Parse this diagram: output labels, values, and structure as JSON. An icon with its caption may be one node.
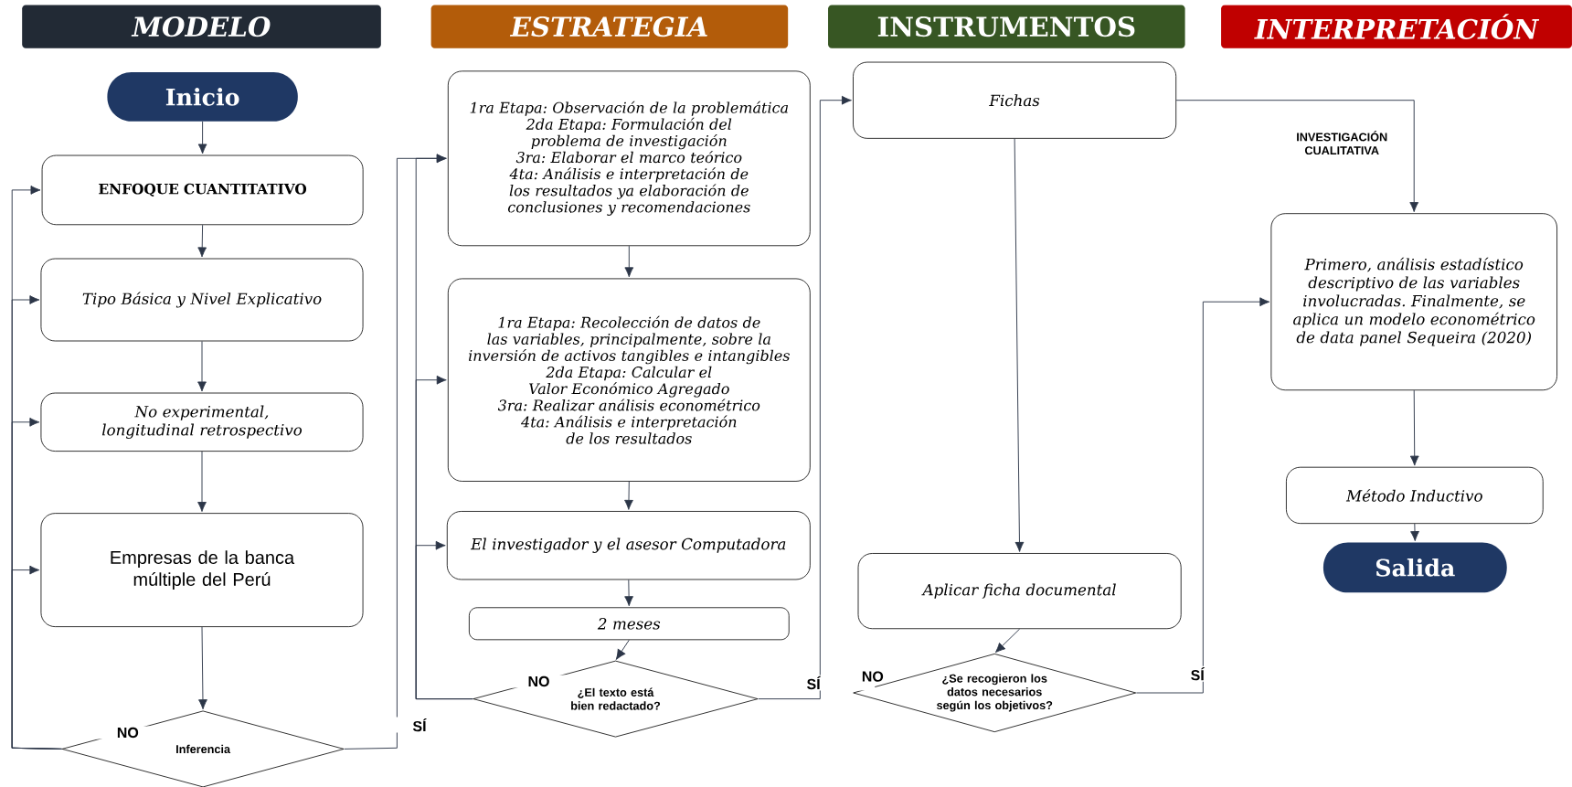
{
  "diagram": {
    "nodes": [
      {
        "text": [
          "MODELO"
        ]
      },
      {
        "text": [
          "ESTRATEGIA"
        ]
      },
      {
        "text": [
          "INSTRUMENTOS"
        ]
      },
      {
        "text": [
          "INTERPRETACIÓN"
        ]
      },
      {
        "text": [
          "Inicio"
        ]
      },
      {
        "text": [
          "ENFOQUE CUANTITATIVO"
        ]
      },
      {
        "text": [
          "Tipo Básica y Nivel Explicativo"
        ]
      },
      {
        "text": [
          "No experimental, longitudinal retrospectivo"
        ]
      },
      {
        "text": [
          "Empresas de la banca múltiple del Perú"
        ]
      },
      {
        "text": [
          "Inferencia"
        ]
      },
      {
        "text": [
          "1ra Etapa: Observación de la problemática",
          "2da Etapa: Formulación del problema de investigación",
          "3ra: Elaborar el marco teórico",
          "4ta: Análisis e interpretación de los resultados ya elaboración de conclusiones y recomendaciones"
        ]
      },
      {
        "text": [
          "1ra Etapa: Recolección de datos de las variables, principalmente, sobre la inversión de activos tangibles e intangibles",
          "2da Etapa: Calcular el Valor Económico Agregado",
          "3ra: Realizar análisis econométrico",
          "4ta: Análisis e interpretación de los resultados"
        ]
      },
      {
        "text": [
          "El investigador y el asesor Computadora"
        ]
      },
      {
        "text": [
          "2 meses"
        ]
      },
      {
        "text": [
          "¿El texto está bien redactado?"
        ]
      },
      {
        "text": [
          "Fichas"
        ]
      },
      {
        "text": [
          "Aplicar ficha documental"
        ]
      },
      {
        "text": [
          "¿Se recogieron los datos necesarios según los objetivos?"
        ]
      },
      {
        "text": [
          "Primero, análisis estadístico descriptivo de las variables involucradas. Finalmente, se aplica un modelo econométrico de data panel Sequeira (2020)"
        ]
      },
      {
        "text": [
          "Método Inductivo"
        ]
      },
      {
        "text": [
          "Salida"
        ]
      }
    ],
    "edges": [
      {
        "from": 4,
        "to": 5,
        "arrow": "to"
      },
      {
        "from": 5,
        "to": 6,
        "arrow": "to"
      },
      {
        "from": 6,
        "to": 7,
        "arrow": "to"
      },
      {
        "from": 7,
        "to": 8,
        "arrow": "to"
      },
      {
        "from": 8,
        "to": 9,
        "arrow": "to"
      },
      {
        "from": 9,
        "to": 5,
        "arrow": "to",
        "label": "NO"
      },
      {
        "from": 9,
        "to": 6,
        "arrow": "to"
      },
      {
        "from": 9,
        "to": 7,
        "arrow": "to"
      },
      {
        "from": 9,
        "to": 8,
        "arrow": "to"
      },
      {
        "from": 9,
        "to": 10,
        "arrow": "to",
        "label": "SÍ"
      },
      {
        "from": 10,
        "to": 11,
        "arrow": "to"
      },
      {
        "from": 11,
        "to": 12,
        "arrow": "to"
      },
      {
        "from": 12,
        "to": 13,
        "arrow": "to"
      },
      {
        "from": 13,
        "to": 14,
        "arrow": "to"
      },
      {
        "from": 14,
        "to": 10,
        "arrow": "to",
        "label": "NO"
      },
      {
        "from": 14,
        "to": 11,
        "arrow": "to"
      },
      {
        "from": 14,
        "to": 12,
        "arrow": "to"
      },
      {
        "from": 14,
        "to": 15,
        "arrow": "to",
        "label": "SÍ"
      },
      {
        "from": 15,
        "to": 16,
        "arrow": "to"
      },
      {
        "from": 15,
        "to": 18,
        "arrow": "to",
        "label": "INVESTIGACIÓN CUALITATIVA"
      },
      {
        "from": 16,
        "to": 17,
        "arrow": "to"
      },
      {
        "from": 17,
        "to": 18,
        "arrow": "to",
        "label": "SÍ"
      },
      {
        "from": 18,
        "to": 19,
        "arrow": "to"
      },
      {
        "from": 19,
        "to": 20,
        "arrow": "to"
      }
    ],
    "labels": [
      "NO"
    ]
  }
}
